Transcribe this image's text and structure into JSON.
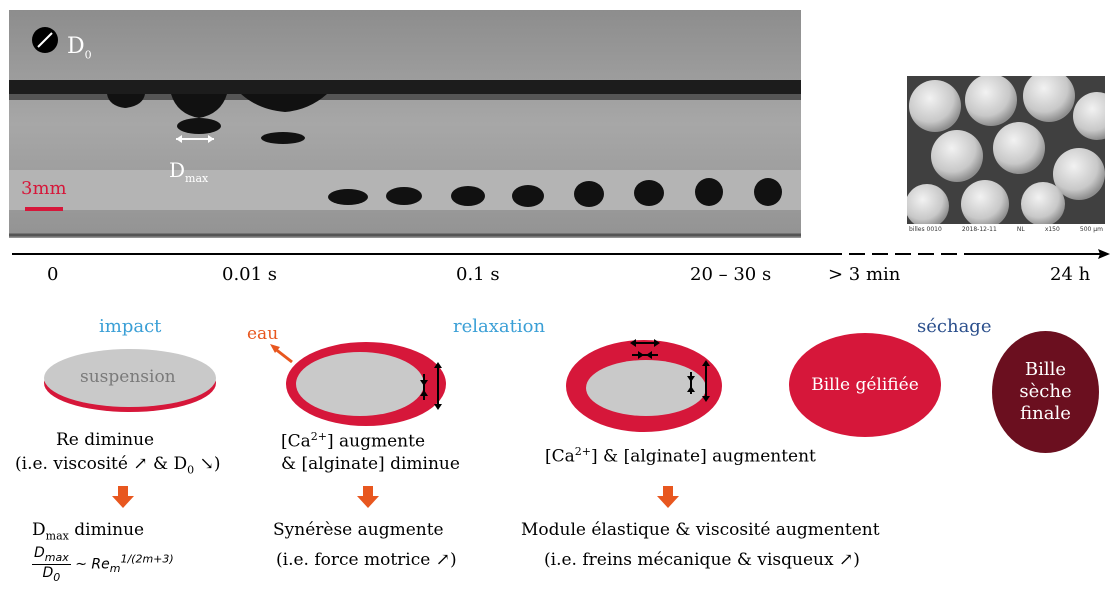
{
  "photo": {
    "d0_label": "D",
    "d0_sub": "0",
    "dmax_label": "D",
    "dmax_sub": "max",
    "scale_label": "3mm"
  },
  "sem": {
    "footer": [
      "billes 0010",
      "2018-12-11",
      "NL",
      "x150",
      "500 µm"
    ]
  },
  "timeline": {
    "ticks": [
      "0",
      "0.01 s",
      "0.1 s",
      "20 – 30 s",
      "> 3 min",
      "24 h"
    ],
    "phases": [
      "impact",
      "relaxation",
      "séchage"
    ]
  },
  "stages": {
    "s1": {
      "label": "suspension",
      "line1": "Re diminue",
      "line2a": "(i.e. viscosité",
      "line2b": "& D",
      "line2c": ")",
      "result": "D",
      "result_sub": "max",
      "result_tail": " diminue",
      "formula_num": "D",
      "formula_num_sub": "max",
      "formula_den": "D",
      "formula_den_sub": "0",
      "formula_rhs": "~ Re",
      "formula_rhs_sub": "m",
      "formula_exp": "1/(2m+3)"
    },
    "s2": {
      "eau": "eau",
      "line1a": "[Ca",
      "line1sup": "2+",
      "line1b": "] augmente",
      "line2": "& [alginate] diminue",
      "result": "Synérèse augmente",
      "result2a": "(i.e. force motrice",
      "result2b": ")"
    },
    "s3": {
      "line1a": "[Ca",
      "line1sup": "2+",
      "line1b": "] & [alginate] augmentent",
      "result": "Module élastique & viscosité augmentent",
      "result2a": "(i.e. freins mécanique & visqueux",
      "result2b": ")"
    },
    "s4": {
      "label": "Bille gélifiée"
    },
    "s5": {
      "line1": "Bille",
      "line2": "sèche",
      "line3": "finale"
    }
  },
  "colors": {
    "accent_red": "#d6173a",
    "dark_red": "#6b0f1f",
    "orange": "#e8571f",
    "blue": "#3a9fd6",
    "navy": "#2b4f8c",
    "gray": "#c9c9c9"
  }
}
